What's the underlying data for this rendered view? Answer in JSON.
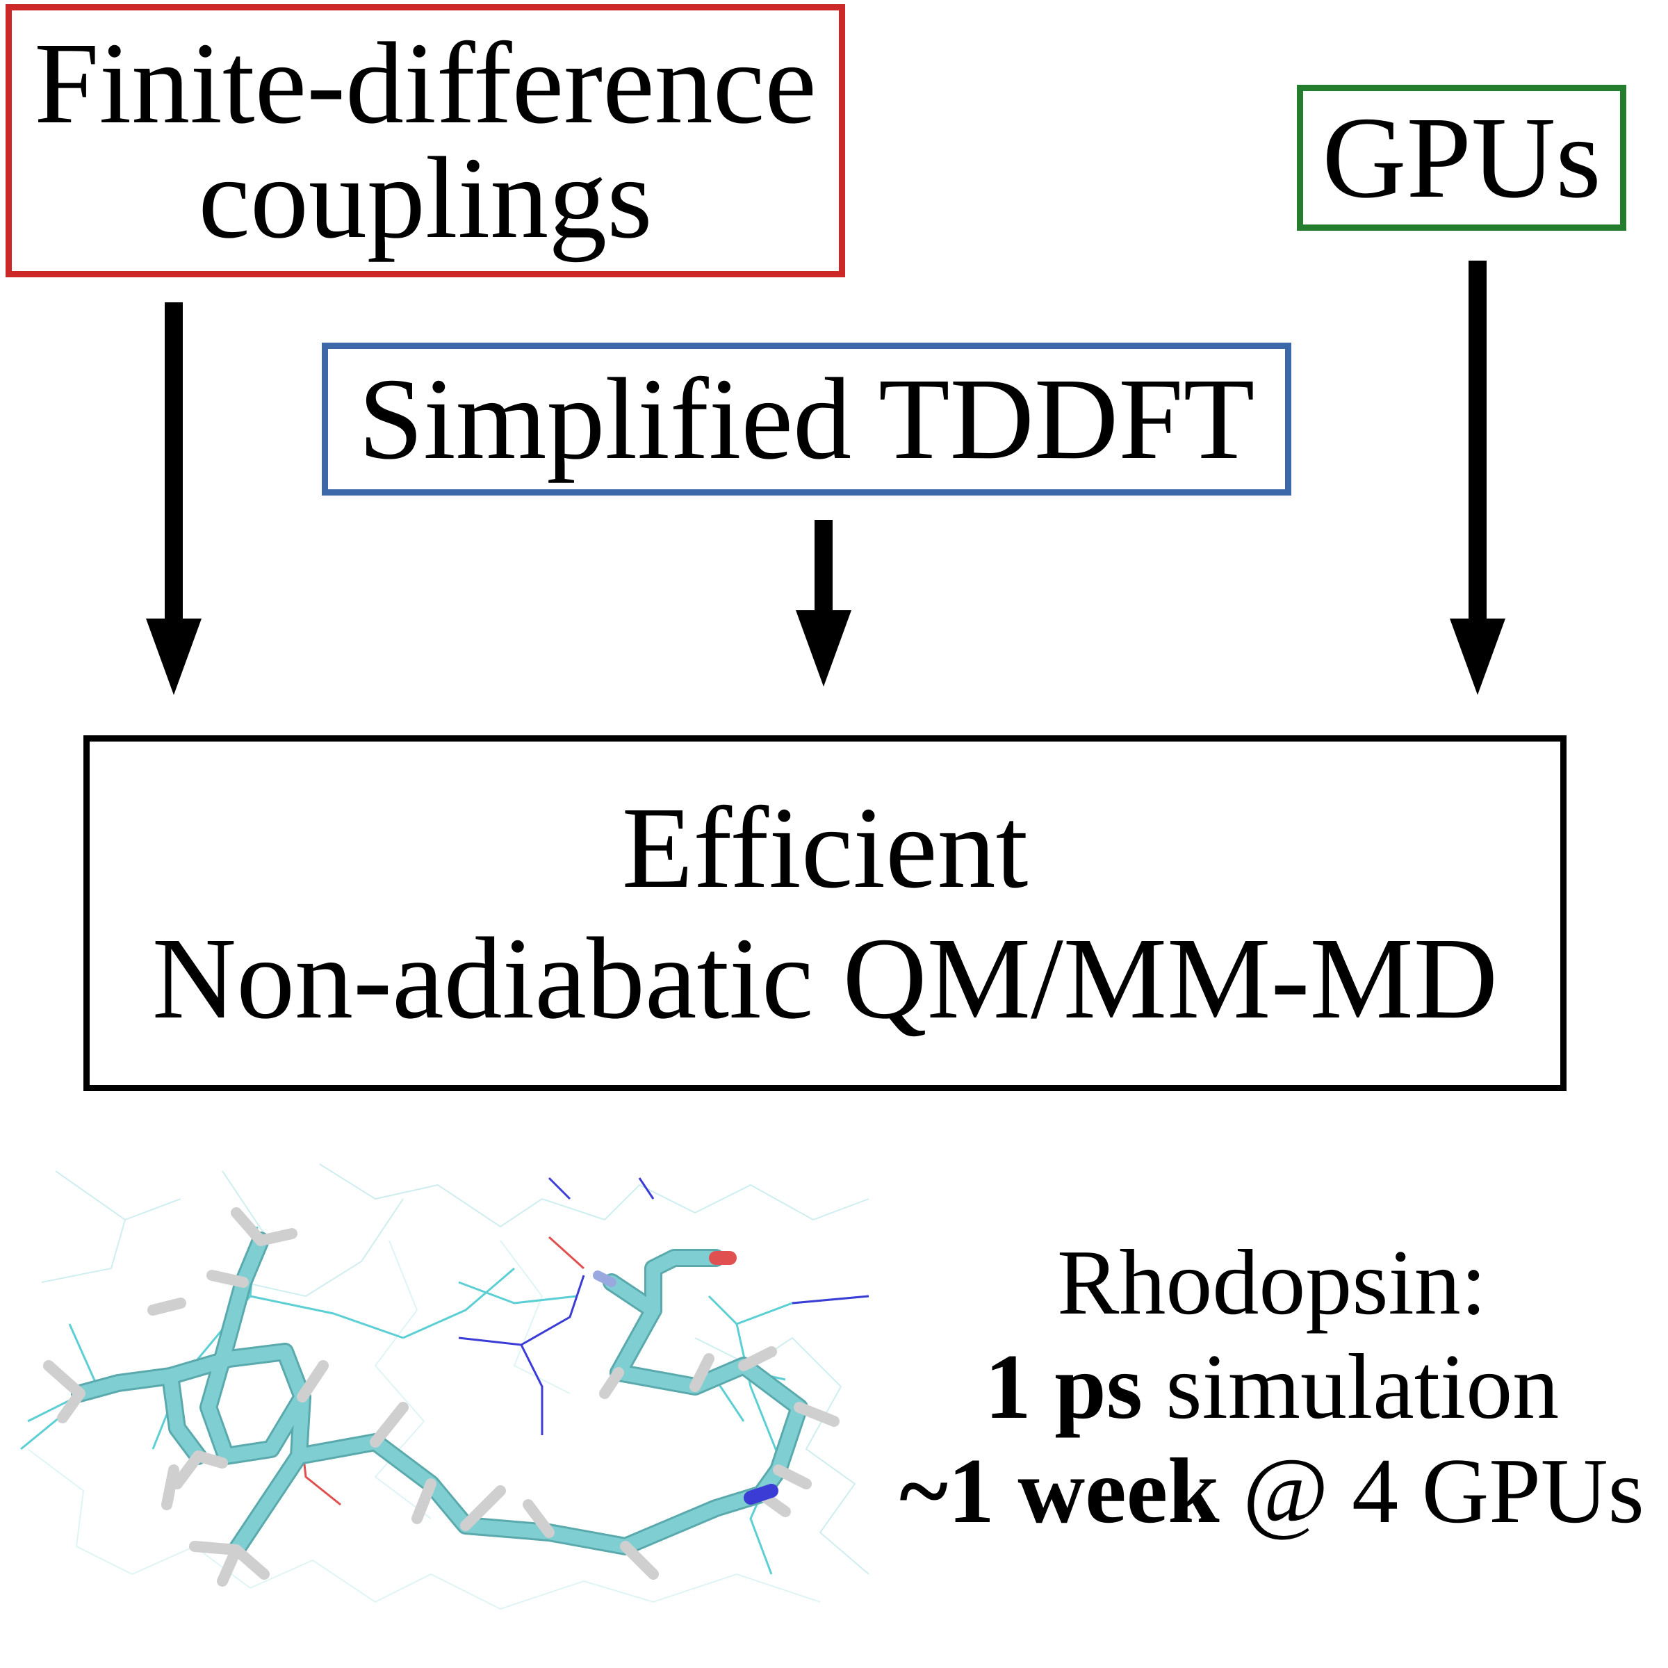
{
  "boxes": {
    "finite_difference": {
      "line1": "Finite-difference",
      "line2": "couplings",
      "color": "#cc2828"
    },
    "gpus": {
      "label": "GPUs",
      "color": "#237d2c"
    },
    "tddft": {
      "label": "Simplified TDDFT",
      "color": "#3c67a8"
    },
    "result": {
      "line1": "Efficient",
      "line2": "Non-adiabatic QM/MM-MD",
      "color": "#000000"
    }
  },
  "molecule": {
    "icon": "rhodopsin-molecule-icon",
    "stick_color": "#7fcfd2",
    "nitrogen_color": "#3b3bd6",
    "oxygen_color": "#e05050"
  },
  "simulation": {
    "line1": "Rhodopsin:",
    "line2_bold": "1 ps",
    "line2_rest": " simulation",
    "line3_bold": "~1 week",
    "line3_rest": " @ 4 GPUs"
  }
}
